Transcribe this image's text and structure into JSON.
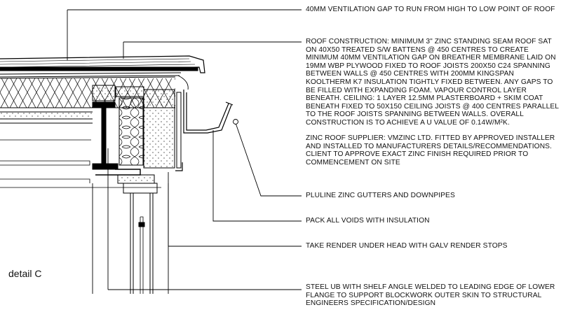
{
  "notes": {
    "vent_gap": "40mm ventilation gap to run from high to low point of roof",
    "roof_construction": "Roof construction: Minimum 3\" zinc standing seam roof sat on 40x50 treated S/W battens @ 450 centres to create minimum 40mm ventilation gap on breather membrane laid on 19mm WBP plywood fixed to roof joists 200x50 C24 spanning between walls @ 450 centres with 200mm Kingspan Kooltherm K7 insulation tightly fixed between. Any gaps to be filled with expanding foam. Vapour control layer beneath. Ceiling: 1 layer 12.5mm plasterboard + skim coat beneath fixed to 50x150 ceiling joists @ 400 centres parallel to the roof joists spanning between walls. Overall construction is to achieve a U value of 0.14W/M²K.",
    "zinc_supplier": "Zinc roof supplier: VMZinc Ltd. Fitted by approved installer and installed to manufacturers details/recommendations. Client to approve exact zinc finish required prior to commencement on site",
    "gutters": "Pluline zinc gutters and downpipes",
    "pack_voids": "Pack all voids with insulation",
    "render": "Take render under head with galv render stops",
    "steel_ub": "Steel UB with shelf angle welded to leading edge of lower flange to support blockwork outer skin to structural engineers specification/design"
  },
  "detail_label": "detail C"
}
